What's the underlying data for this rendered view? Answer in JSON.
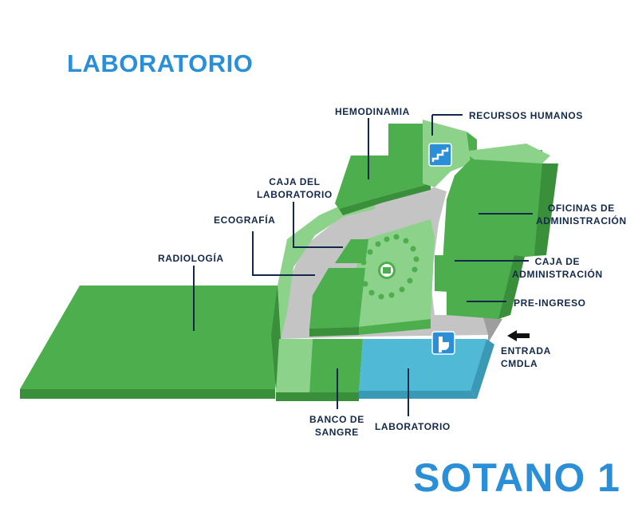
{
  "header": {
    "title": "LABORATORIO"
  },
  "footer": {
    "floor": "SOTANO 1"
  },
  "colors": {
    "green_dark": "#4cae4c",
    "green_light": "#8cd28a",
    "lab_blue": "#4fb9d6",
    "corridor": "#c4c4c4",
    "label_navy": "#13294b",
    "title_blue": "#2a8fd6"
  },
  "icons": {
    "stairs": "stairs-icon",
    "restroom": "toilet-icon",
    "elevator": "elevator-icon",
    "entrance": "arrow-left-icon"
  },
  "areas": {
    "radiologia": "RADIOLOGÍA",
    "ecografia": "ECOGRAFÍA",
    "caja_laboratorio": [
      "CAJA DEL",
      "LABORATORIO"
    ],
    "hemodinamia": "HEMODINAMIA",
    "recursos_humanos": "RECURSOS HUMANOS",
    "oficinas": [
      "OFICINAS DE",
      "ADMINISTRACIÓN"
    ],
    "caja_administracion": [
      "CAJA DE",
      "ADMINISTRACIÓN"
    ],
    "pre_ingreso": "PRE-INGRESO",
    "entrada": [
      "ENTRADA",
      "CMDLA"
    ],
    "banco_sangre": [
      "BANCO DE",
      "SANGRE"
    ],
    "laboratorio": "LABORATORIO"
  }
}
